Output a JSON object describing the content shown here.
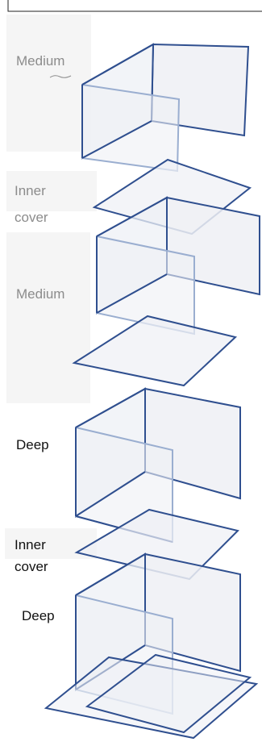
{
  "labels": {
    "medium_top": "Medium",
    "inner_cover_top": [
      "Inner",
      "cover"
    ],
    "medium_mid": "Medium",
    "deep_mid": "Deep",
    "inner_cover_bottom": [
      "Inner",
      "cover"
    ],
    "deep_bottom": "Deep"
  },
  "colors": {
    "stroke": "#2f4f8f",
    "face": "#eef0f5",
    "hidden_edge": "#9aaed0",
    "panel": "#f5f5f5",
    "muted_text": "#8c8c8c",
    "dark_text": "#111111"
  }
}
